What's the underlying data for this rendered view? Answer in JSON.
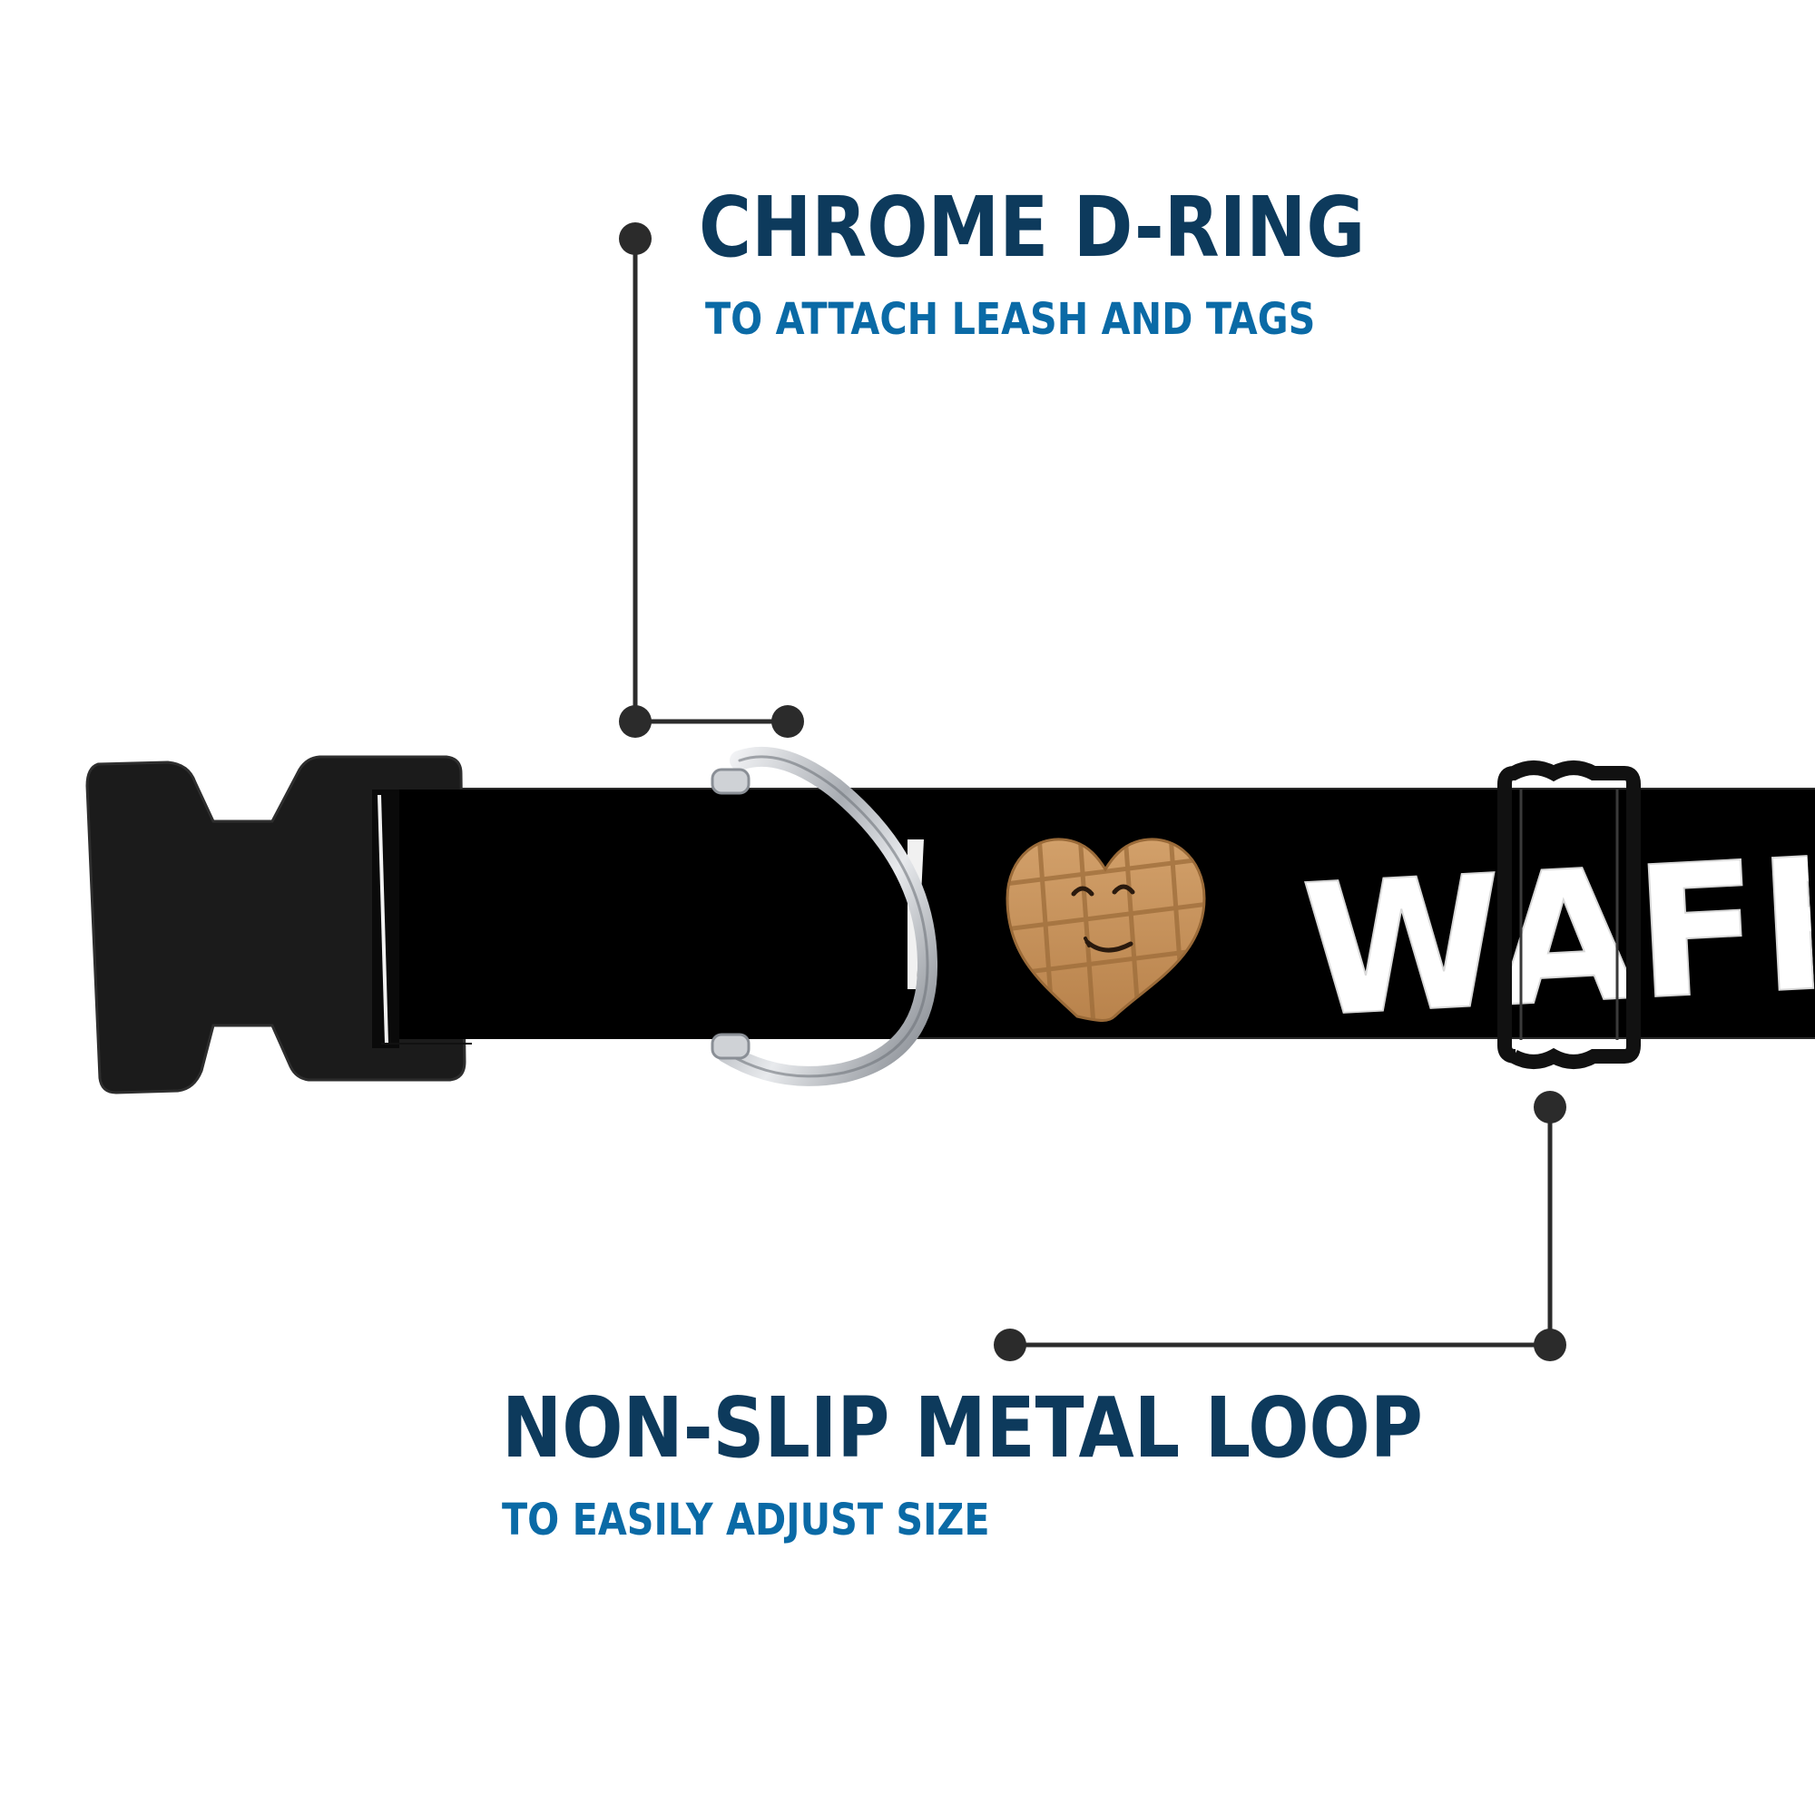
{
  "callouts": {
    "d_ring": {
      "title": "CHROME D-RING",
      "subtitle": "TO ATTACH LEASH AND TAGS"
    },
    "metal_loop": {
      "title": "NON-SLIP METAL LOOP",
      "subtitle": "TO EASILY ADJUST SIZE"
    }
  },
  "collar": {
    "print_text": "WAFF",
    "print_icon": "smiling-waffle-heart-icon"
  },
  "colors": {
    "title": "#0d3a5c",
    "subtitle": "#0a6aa6",
    "leader_line": "#2b2b2b",
    "strap": "#000000",
    "print_text": "#ffffff",
    "waffle": "#c8955b",
    "chrome": "#c9ccd1"
  }
}
